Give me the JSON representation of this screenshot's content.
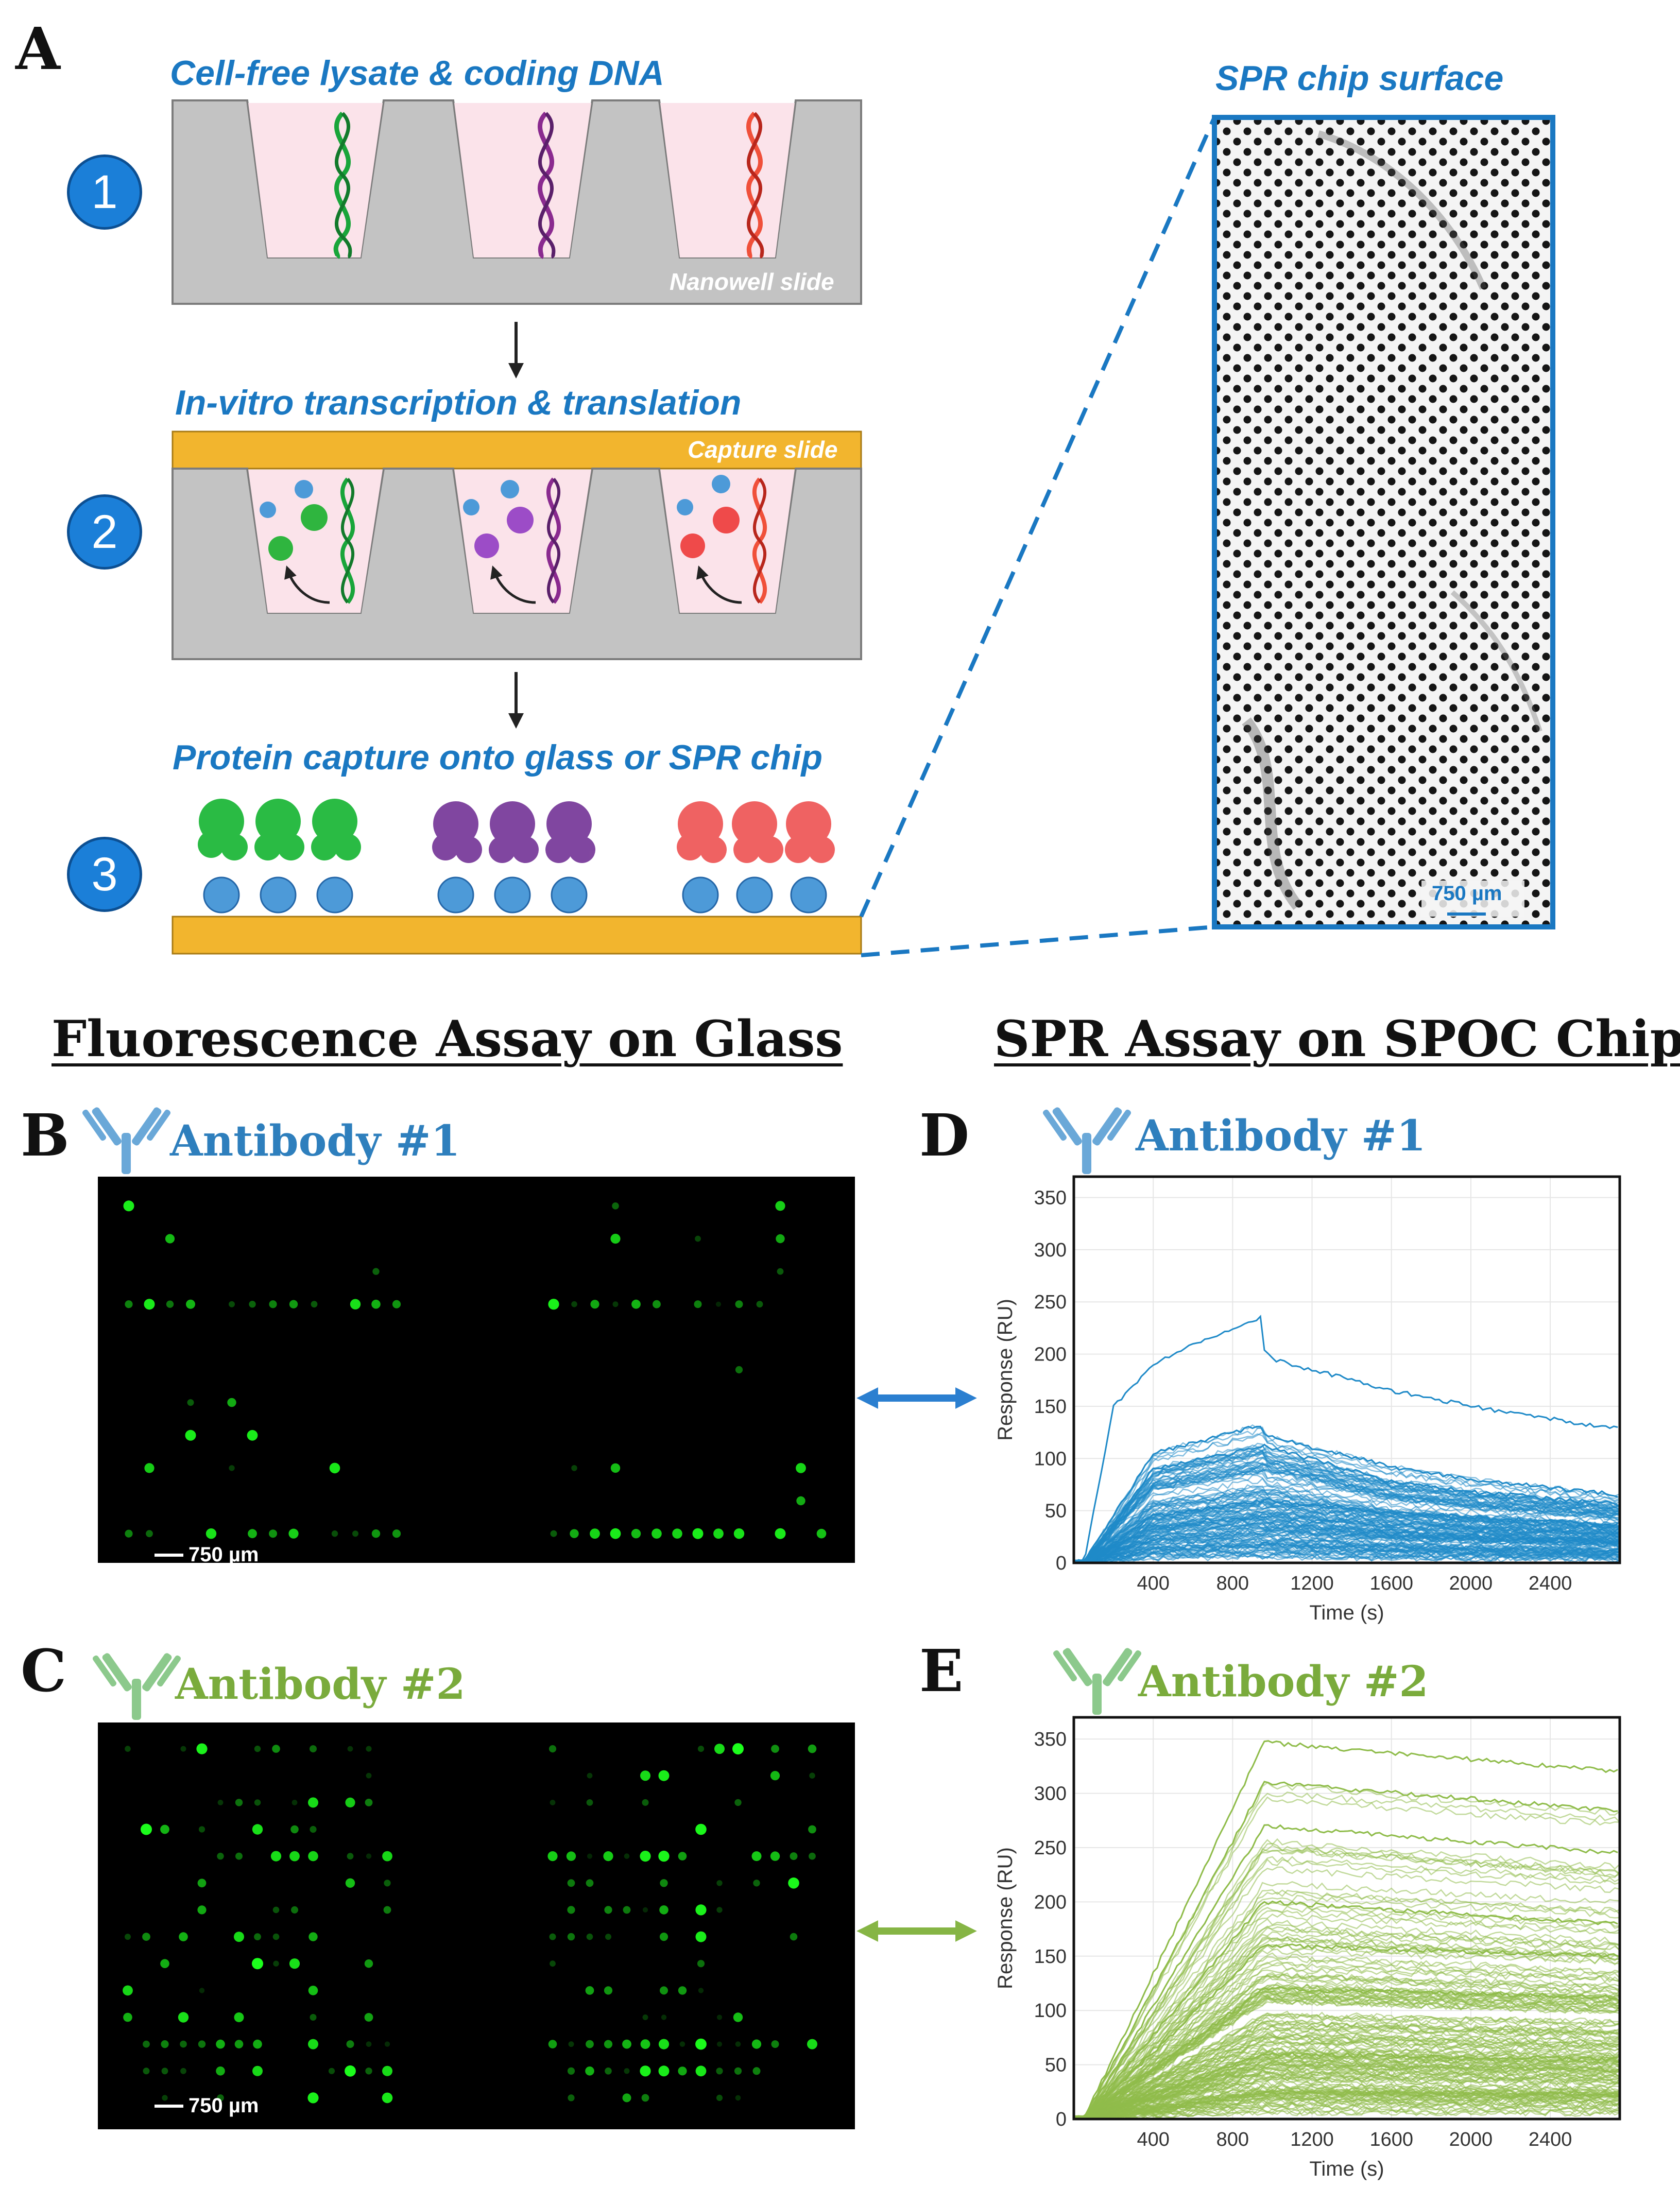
{
  "panel_letters": {
    "a": "A",
    "b": "B",
    "c": "C",
    "d": "D",
    "e": "E"
  },
  "panel_a": {
    "step1": {
      "number": "1",
      "title": "Cell-free lysate & coding DNA",
      "slide_label": "Nanowell slide"
    },
    "step2": {
      "number": "2",
      "title": "In-vitro transcription & translation",
      "slide_label": "Capture slide"
    },
    "step3": {
      "number": "3",
      "title": "Protein capture onto glass or SPR chip"
    },
    "chip_title": "SPR chip surface",
    "chip_scale": "750 µm"
  },
  "sections": {
    "left": "Fluorescence Assay on Glass",
    "right": "SPR Assay on SPOC Chip"
  },
  "antibodies": {
    "ab1": "Antibody #1",
    "ab2": "Antibody #2"
  },
  "fluorescence": {
    "scale_b": "750 µm",
    "scale_c": "750 µm"
  },
  "colors": {
    "accent_blue": "#1a78c2",
    "antibody1": "#2e7fbd",
    "antibody2": "#7aab3c",
    "trace_blue": "#1f8ac8",
    "trace_green": "#8fbc4a",
    "spot_green": "#1cff1c",
    "slide_gray": "#c3c3c3",
    "well_pink": "#fbe3ea",
    "capture_gold": "#f2b52e"
  },
  "chart_data": [
    {
      "type": "line",
      "title": "",
      "xlabel": "Time (s)",
      "ylabel": "Response (RU)",
      "xlim": [
        0,
        2750
      ],
      "ylim": [
        0,
        370
      ],
      "x_ticks": [
        400,
        800,
        1200,
        1600,
        2000,
        2400
      ],
      "y_ticks": [
        0,
        50,
        100,
        150,
        200,
        250,
        300,
        350
      ],
      "grid": true,
      "association_end_s": 960,
      "series_envelopes": [
        {
          "x": [
            50,
            200,
            400,
            600,
            800,
            950,
            960,
            1000,
            1600,
            2000,
            2400,
            2750
          ],
          "y": [
            0,
            150,
            190,
            210,
            225,
            235,
            205,
            195,
            165,
            150,
            138,
            128
          ]
        },
        {
          "x": [
            50,
            400,
            800,
            950,
            960,
            1600,
            2000,
            2400,
            2750
          ],
          "y": [
            0,
            105,
            125,
            132,
            122,
            92,
            80,
            72,
            65
          ]
        },
        {
          "x": [
            50,
            400,
            800,
            960,
            1600,
            2000,
            2400,
            2750
          ],
          "y": [
            0,
            90,
            105,
            112,
            78,
            68,
            62,
            56
          ]
        },
        {
          "x": [
            50,
            400,
            800,
            960,
            1600,
            2000,
            2400,
            2750
          ],
          "y": [
            0,
            45,
            55,
            60,
            48,
            44,
            40,
            36
          ]
        }
      ]
    },
    {
      "type": "line",
      "title": "",
      "xlabel": "Time (s)",
      "ylabel": "Response (RU)",
      "xlim": [
        0,
        2750
      ],
      "ylim": [
        0,
        370
      ],
      "x_ticks": [
        400,
        800,
        1200,
        1600,
        2000,
        2400
      ],
      "y_ticks": [
        0,
        50,
        100,
        150,
        200,
        250,
        300,
        350
      ],
      "grid": true,
      "association_end_s": 960,
      "series_envelopes": [
        {
          "x": [
            50,
            960,
            2750
          ],
          "y": [
            0,
            347,
            320
          ]
        },
        {
          "x": [
            50,
            960,
            2750
          ],
          "y": [
            0,
            310,
            284
          ]
        },
        {
          "x": [
            50,
            960,
            2750
          ],
          "y": [
            0,
            270,
            245
          ]
        },
        {
          "x": [
            50,
            960,
            2750
          ],
          "y": [
            0,
            200,
            180
          ]
        },
        {
          "x": [
            50,
            960,
            2750
          ],
          "y": [
            0,
            160,
            150
          ]
        },
        {
          "x": [
            50,
            960,
            2750
          ],
          "y": [
            0,
            120,
            112
          ]
        },
        {
          "x": [
            50,
            960,
            2750
          ],
          "y": [
            0,
            60,
            55
          ]
        }
      ]
    }
  ]
}
